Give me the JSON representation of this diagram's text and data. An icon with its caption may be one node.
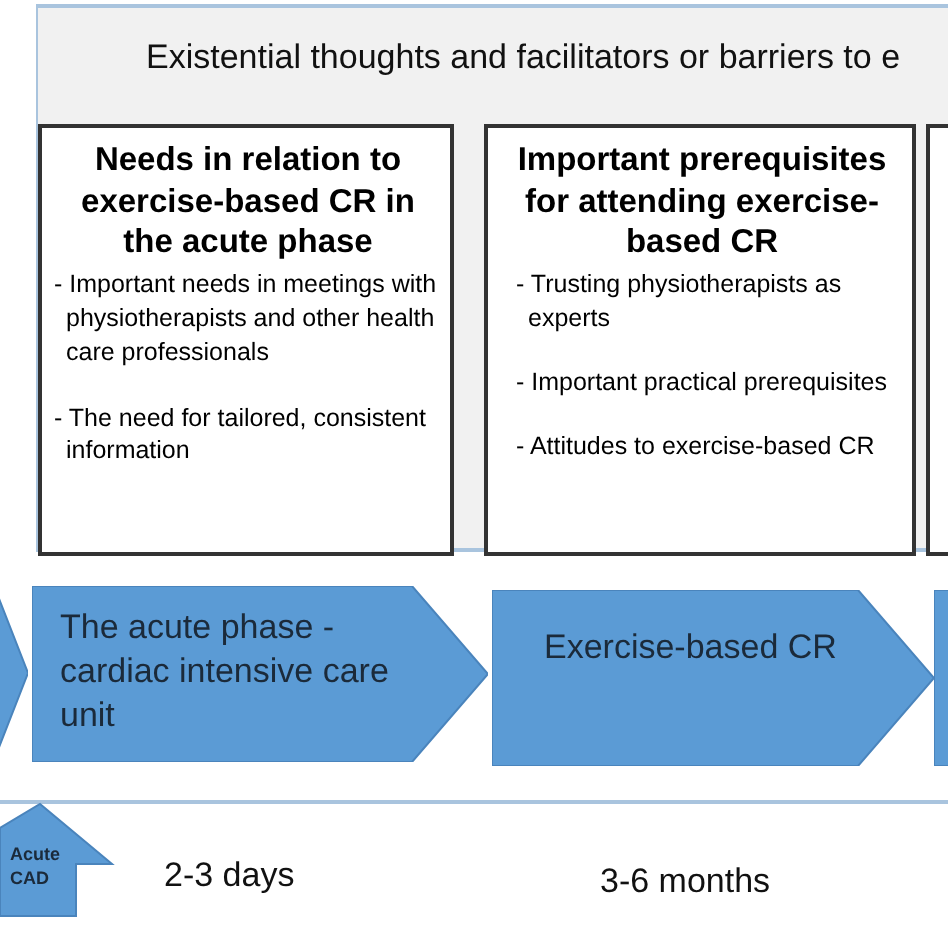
{
  "diagram": {
    "nodes": [
      {
        "text": [
          "Existential thoughts and facilitators or barriers to e"
        ]
      },
      {
        "text": [
          "Needs in relation to exercise-based CR in the acute phase",
          "- Important needs in meetings with physiotherapists and other health care professionals",
          "- The need for tailored, consistent information"
        ],
        "in": 0
      },
      {
        "text": [
          "Important prerequisites for attending exercise-based CR",
          "- Trusting physiotherapists as experts",
          "- Important practical prerequisites",
          "- Attitudes to exercise-based CR"
        ],
        "in": 0
      },
      {
        "text": [],
        "shape": "box",
        "in": 0
      },
      {
        "text": [],
        "shape": "chevron"
      },
      {
        "text": [
          "The acute phase - cardiac intensive care unit"
        ]
      },
      {
        "text": [
          "Exercise-based CR"
        ]
      },
      {
        "text": [],
        "shape": "chevron"
      },
      {
        "text": [
          "Acute CAD"
        ]
      }
    ],
    "labels": [
      "2-3 days",
      "3-6 months"
    ]
  }
}
